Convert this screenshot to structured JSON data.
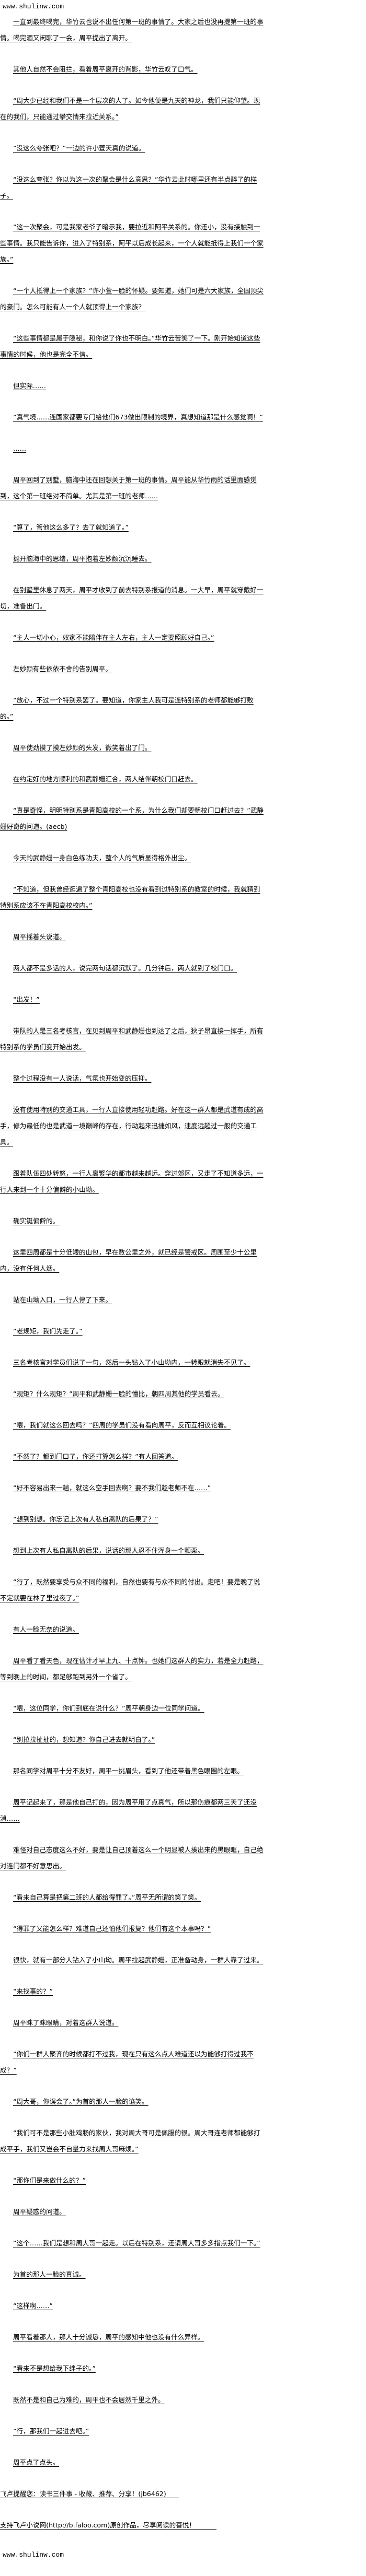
{
  "site_header": "www.shulinw.com",
  "paragraphs": [
    "一直到最终喝完，华竹云也说不出任何第一班的事情了。大家之后也没再提第一班的事情。喝完酒又闲聊了一会，周平提出了离开。",
    "其他人自然不会阻拦，看着周平离开的背影，华竹云叹了口气。",
    "“周大少已经和我们不是一个层次的人了。如今他便是九天的神龙，我们只能仰望。现在的我们，只能通过攀交情来拉近关系。”",
    "“没这么夸张吧？”一边的许小萱天真的说道。",
    "“没这么夸张？你以为这一次的聚会是什么意思？”华竹云此时哪里还有半点醉了的样子。",
    "“这一次聚会，可是我家老爷子暗示我，要拉近和阿平关系的。你还小，没有接触到一些事情。我只能告诉你，进入了特别系，阿平以后成长起来，一个人就能抵得上我们一个家族。”",
    "“一个人抵得上一个家族？”许小萱一脸的怀疑。要知道，她们可是六大家族，全国顶尖的豪门。怎么可能有人一个人就顶得上一个家族？",
    "“这些事情都是属于隐秘，和你说了你也不明白。”华竹云苦笑了一下。刚开始知道这些事情的时候，他也是完全不信。",
    "但实际……",
    "“真气境……连国家都要专门给他们673做出限制的境界，真想知道那是什么感觉啊！”",
    "……",
    "周平回到了别墅，脑海中还在回想关于第一班的事情。周平能从华竹雨的话里面感觉到，这个第一班绝对不简单。尤其是第一班的老师……",
    "“算了，管他这么多了？去了就知道了。”",
    "抛开脑海中的思绪，周平抱着左妙颜沉沉睡去。",
    "在别墅里休息了两天，周平才收到了前去特别系报道的消息。一大早，周平就穿戴好一切，准备出门。",
    "“主人一切小心，奴家不能陪伴在主人左右，主人一定要照顾好自己。”",
    "左妙颜有些依依不舍的告别周平。",
    "“放心，不过一个特别系罢了。要知道，你家主人我可是连特别系的老师都能够打败的。”",
    "周平使劲摸了摸左妙颜的头发，微笑着出了门。",
    "在约定好的地方顺利的和武静姗汇合，两人结伴朝校门口赶去。",
    "“真是奇怪，明明特别系是青阳高校的一个系，为什么我们却要朝校门口赶过去？”武静姗好奇的问道。(aecb)",
    "今天的武静姗一身白色练功夫，整个人的气质显得格外出尘。",
    "“不知道，但我曾经逛遍了整个青阳高校也没有看到过特别系的教室的时候，我就猜到特别系应该不在青阳高校校内。”",
    "周平摇着头说道。",
    "两人都不是多话的人，说完两句话都沉默了。几分钟后，两人就到了校门口。",
    "“出发！”",
    "带队的人是三名考核官，在见到周平和武静姗也到达了之后，狄子昂直接一挥手，所有特别系的学员们变开始出发。",
    "整个过程没有一人说话，气氛也开始变的压抑。",
    "没有使用特别的交通工具，一行人直接使用轻功赶路。好在这一群人都是武道有成的高手，修为最低的也是武道一境巅峰的存在，行动起来迅捷如风，速度远超过一般的交通工具。",
    "跟着队伍四处转悠，一行人离繁华的都市越来越远。穿过郊区，又走了不知道多远，一行人来到一个十分偏僻的小山坳。",
    "确实铤偏僻的。",
    "这里四周都是十分低矮的山包，早在数公里之外，就已经是警戒区。周围至少十公里内，没有任何人烟。",
    "站在山坳入口，一行人停了下来。",
    "“老规矩，我们先走了。”",
    "三名考核官对学员们说了一句，然后一头钻入了小山坳内，一转眼就消失不见了。",
    "“规矩？什么规矩？”周平和武静姗一脸的懵比，朝四周其他的学员看去。",
    "“喂，我们就这么回去吗？”四周的学员们没有看向周平，反而互相议论着。",
    "“不然了？都到门口了，你还打算怎么样？”有人回答道。",
    "“好不容易出来一趟，就这么空手回去啊？要不我们趁老师不在……”",
    "“想到别想。你忘记上次有人私自离队的后果了？”",
    "想到上次有人私自离队的后果，说话的那人忍不住浑身一个颤栗。",
    "“行了，既然要享受与众不同的福利，自然也要有与众不同的付出。走吧！要是晚了说不定就要在林子里过夜了。”",
    "有人一脸无奈的说道。",
    "周平看了看天色，现在估计才早上九、十点钟。也她们这群人的实力，若是全力赶路，等到晚上的时间，都足够跑到另外一个省了。",
    "“喂，这位同学，你们到底在说什么？”周平朝身边一位同学问道。",
    "“别拉拉扯扯的，想知道？你自己进去就明白了。”",
    "那名同学对周平十分不友好，周平一挑眉头，看到了他还带着黑色眼圈的左眼。",
    "周平记起来了，那是他自己打的，因为周平用了点真气，所以那伤痕都两三天了还没消……",
    "难怪对自己态度这么不好，要是让自己顶着这么一个明显被人揍出来的黑眼眶，自己绝对连门都不好意思出。",
    "“看来自己算是把第二班的人都给得罪了。”周平无所谓的笑了笑。",
    "“得罪了又能怎么样？难道自己还怕他们报复？他们有这个本事吗？”",
    "很快，就有一部分人钻入了小山坳。周平拉起武静姗，正准备动身，一群人靠了过来。",
    "“来找事的？”",
    "周平眯了眯眼睛，对着这群人说道。",
    "“你们一群人聚齐的时候都打不过我，现在只有这么点人难道还以为能够打得过我不成？”",
    "“周大哥，你误会了。”为首的那人一脸的谄笑。",
    "“我们可不是那些小肚鸡肠的家伙，我对周大哥可是佩服的很。周大哥连老师都能够打成平手，我们又岂会不自量力来找周大哥麻烦。”",
    "“那你们是来做什么的？”",
    "周平疑惑的问道。",
    "“这个……我们是想和周大哥一起走。以后在特别系，还请周大哥多多指点我们一下。”",
    "为首的那人一脸的真诚。",
    "“这样啊……”",
    "周平看着那人，那人十分诚恳，周平的感知中他也没有什么异样。",
    "“看来不是想给我下绊子的。”",
    "既然不是和自己为难的，周平也不会居然千里之外。",
    "“行，那我们一起进去吧。”",
    "周平点了点头。"
  ],
  "footer": {
    "reminder": "飞卢提醒您：读书三件事 - 收藏、推荐、分享！(jb6462)      ",
    "support": "支持飞卢小说网(http://b.faloo.com)原创作品，尽享阅读的喜悦！          ",
    "site": "www.shulinw.com"
  }
}
